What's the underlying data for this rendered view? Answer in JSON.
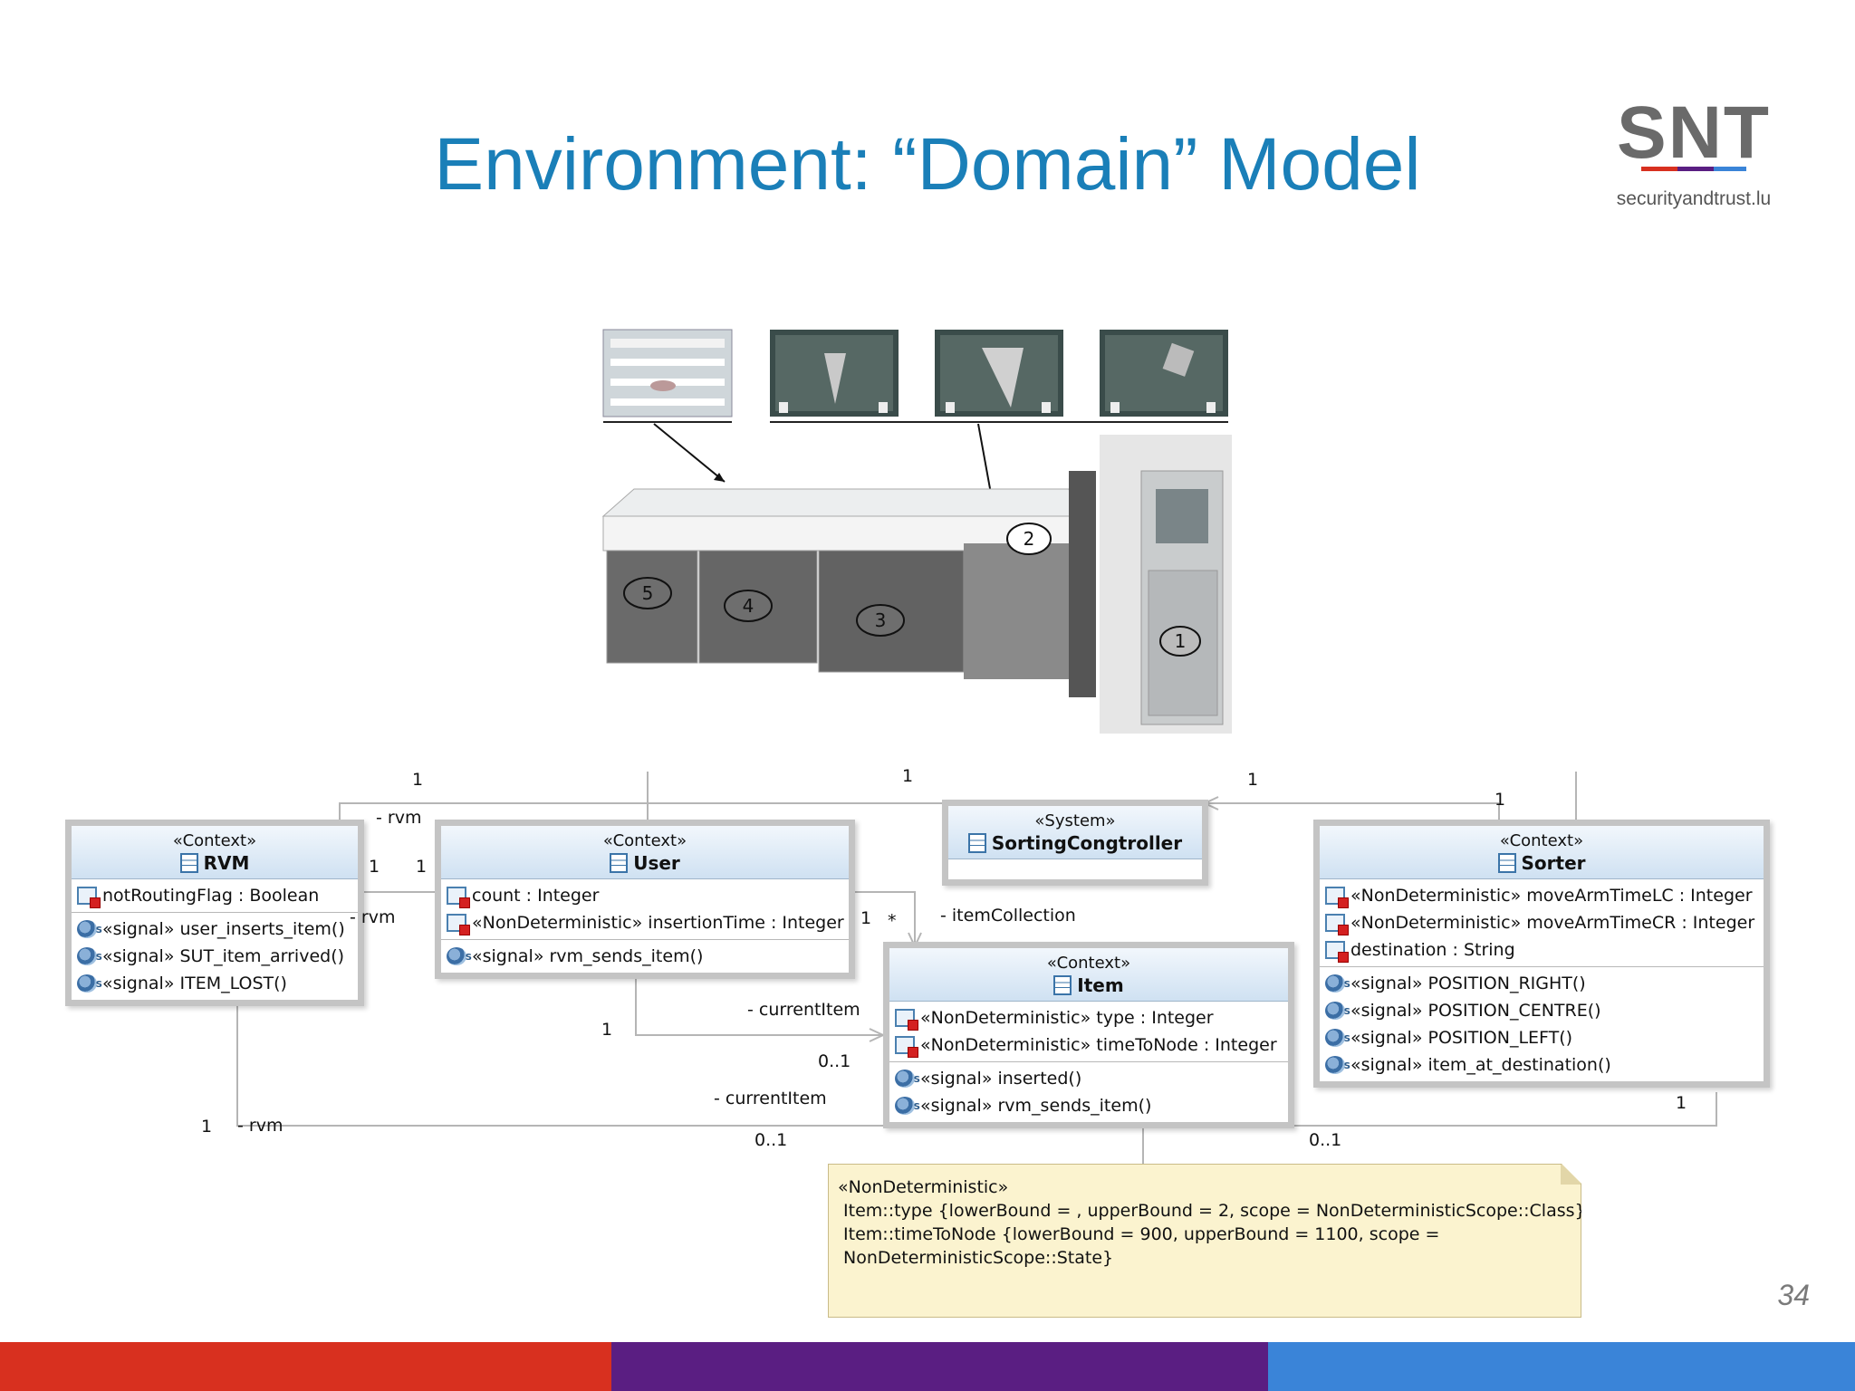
{
  "slide": {
    "title": "Environment: “Domain” Model",
    "page_number": "34",
    "logo": {
      "mark": "SNT",
      "text": "securityandtrust.lu"
    },
    "footer_colors": [
      "#d8301f",
      "#5a1e82",
      "#3a84d8"
    ],
    "title_color": "#1a7fb8"
  },
  "photo": {
    "callouts": [
      "1",
      "2",
      "3",
      "4",
      "5"
    ]
  },
  "classes": {
    "rvm": {
      "stereotype": "«Context»",
      "name": "RVM",
      "attributes": [
        "notRoutingFlag : Boolean"
      ],
      "operations": [
        "«signal» user_inserts_item()",
        "«signal» SUT_item_arrived()",
        "«signal» ITEM_LOST()"
      ]
    },
    "user": {
      "stereotype": "«Context»",
      "name": "User",
      "attributes": [
        "count : Integer",
        "«NonDeterministic» insertionTime : Integer"
      ],
      "operations": [
        "«signal» rvm_sends_item()"
      ]
    },
    "sorting": {
      "stereotype": "«System»",
      "name": "SortingCongtroller"
    },
    "sorter": {
      "stereotype": "«Context»",
      "name": "Sorter",
      "attributes": [
        "«NonDeterministic» moveArmTimeLC : Integer",
        "«NonDeterministic» moveArmTimeCR : Integer",
        "destination : String"
      ],
      "operations": [
        "«signal» POSITION_RIGHT()",
        "«signal» POSITION_CENTRE()",
        "«signal» POSITION_LEFT()",
        "«signal» item_at_destination()"
      ]
    },
    "item": {
      "stereotype": "«Context»",
      "name": "Item",
      "attributes": [
        "«NonDeterministic» type : Integer",
        "«NonDeterministic» timeToNode : Integer"
      ],
      "operations": [
        "«signal» inserted()",
        "«signal» rvm_sends_item()"
      ]
    }
  },
  "associations": {
    "labels": [
      "- rvm",
      "- rvm",
      "- rvm",
      "- itemCollection",
      "- currentItem",
      "- currentItem"
    ],
    "multiplicities": [
      "1",
      "1",
      "1",
      "1",
      "1",
      "1",
      "1",
      "1",
      "*",
      "1",
      "0..1",
      "1",
      "0..1",
      "0..1",
      "1"
    ]
  },
  "note": {
    "lines": [
      "«NonDeterministic»",
      " Item::type {lowerBound = , upperBound = 2, scope = NonDeterministicScope::Class}",
      "",
      " Item::timeToNode {lowerBound = 900, upperBound = 1100, scope =",
      " NonDeterministicScope::State}"
    ]
  }
}
